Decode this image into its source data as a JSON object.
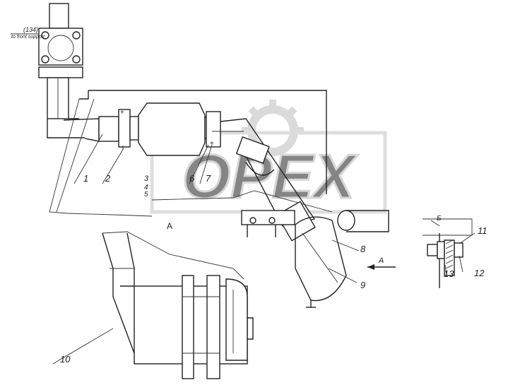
{
  "drawing": {
    "note_top_line1": "(134)",
    "note_top_line2": "to front support",
    "view_label_a": "A",
    "arrow_label_a": "A",
    "section_label_b": "Б",
    "callouts": [
      "1",
      "2",
      "3",
      "4",
      "5",
      "6",
      "7",
      "8",
      "9",
      "10",
      "11",
      "12",
      "13"
    ]
  },
  "watermark": {
    "text": "OPEX",
    "color": "#bdbdbd"
  },
  "colors": {
    "line": "#222222",
    "background": "#ffffff"
  }
}
